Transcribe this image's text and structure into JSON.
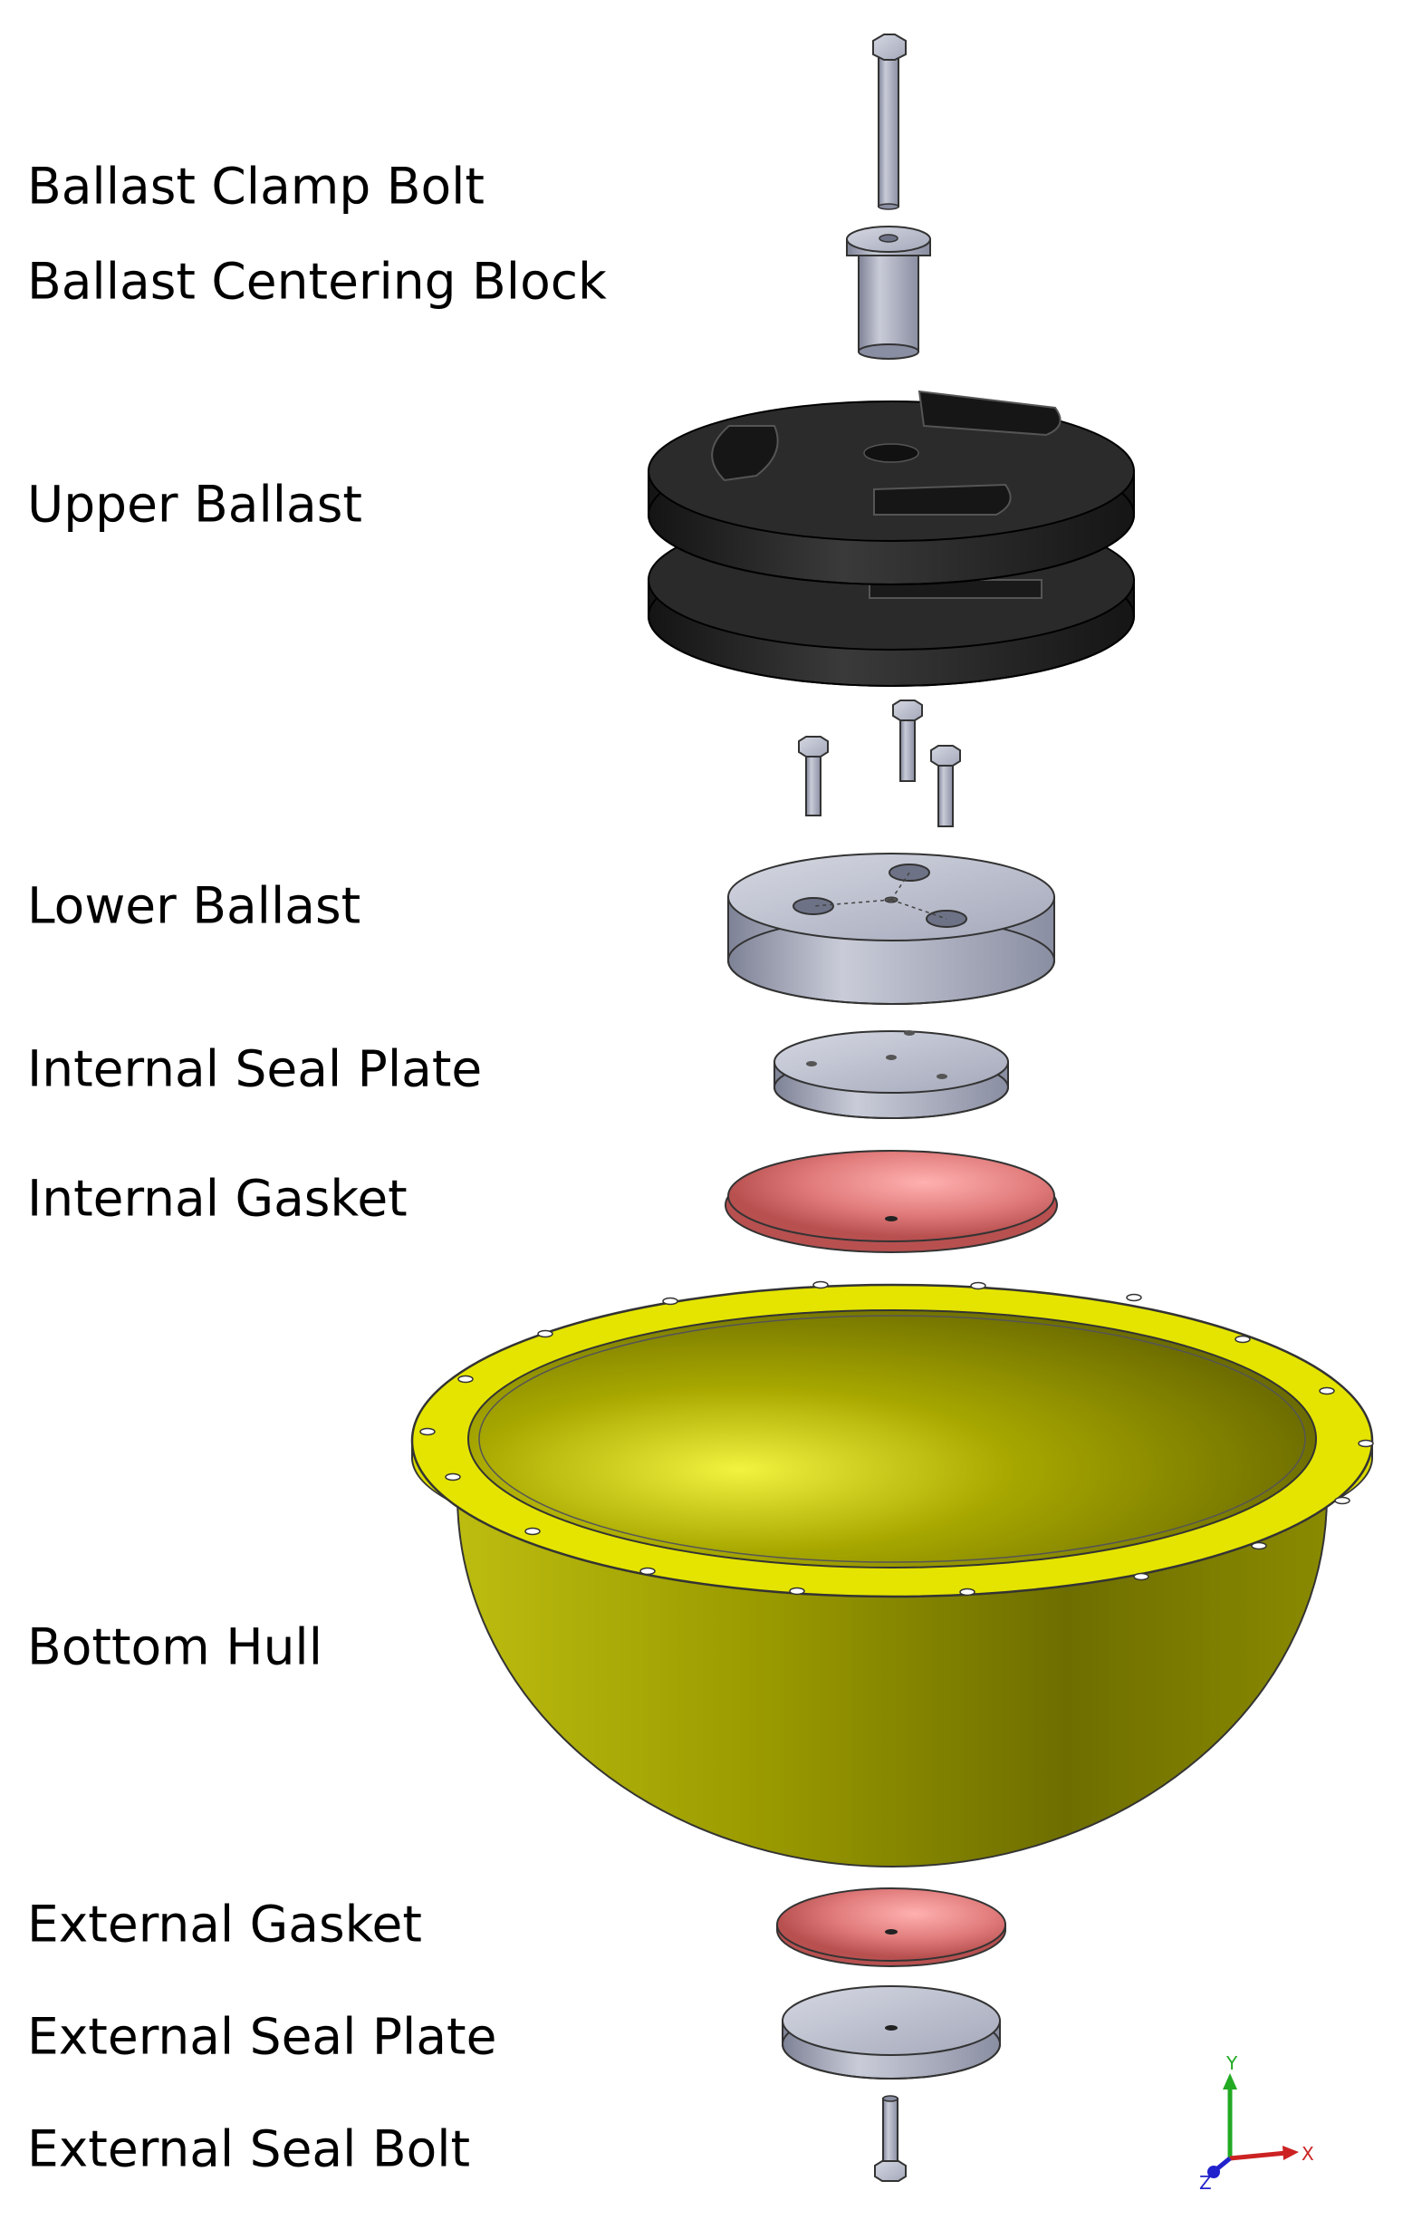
{
  "labels": {
    "ballast_clamp_bolt": "Ballast Clamp Bolt",
    "ballast_centering_block": "Ballast Centering Block",
    "upper_ballast": "Upper Ballast",
    "lower_ballast": "Lower Ballast",
    "internal_seal_plate": "Internal Seal Plate",
    "internal_gasket": "Internal Gasket",
    "bottom_hull": "Bottom Hull",
    "external_gasket": "External Gasket",
    "external_seal_plate": "External Seal Plate",
    "external_seal_bolt": "External Seal Bolt"
  },
  "axis_triad": {
    "y": "Y",
    "x": "X",
    "z": "Z"
  },
  "colors": {
    "steel_gray": "#a9adc0",
    "ballast_black": "#222222",
    "gasket_red": "#d96a6a",
    "hull_yellow": "#e4e400",
    "triad_y": "#22aa22",
    "triad_x": "#cc2222",
    "triad_z": "#2222cc"
  }
}
